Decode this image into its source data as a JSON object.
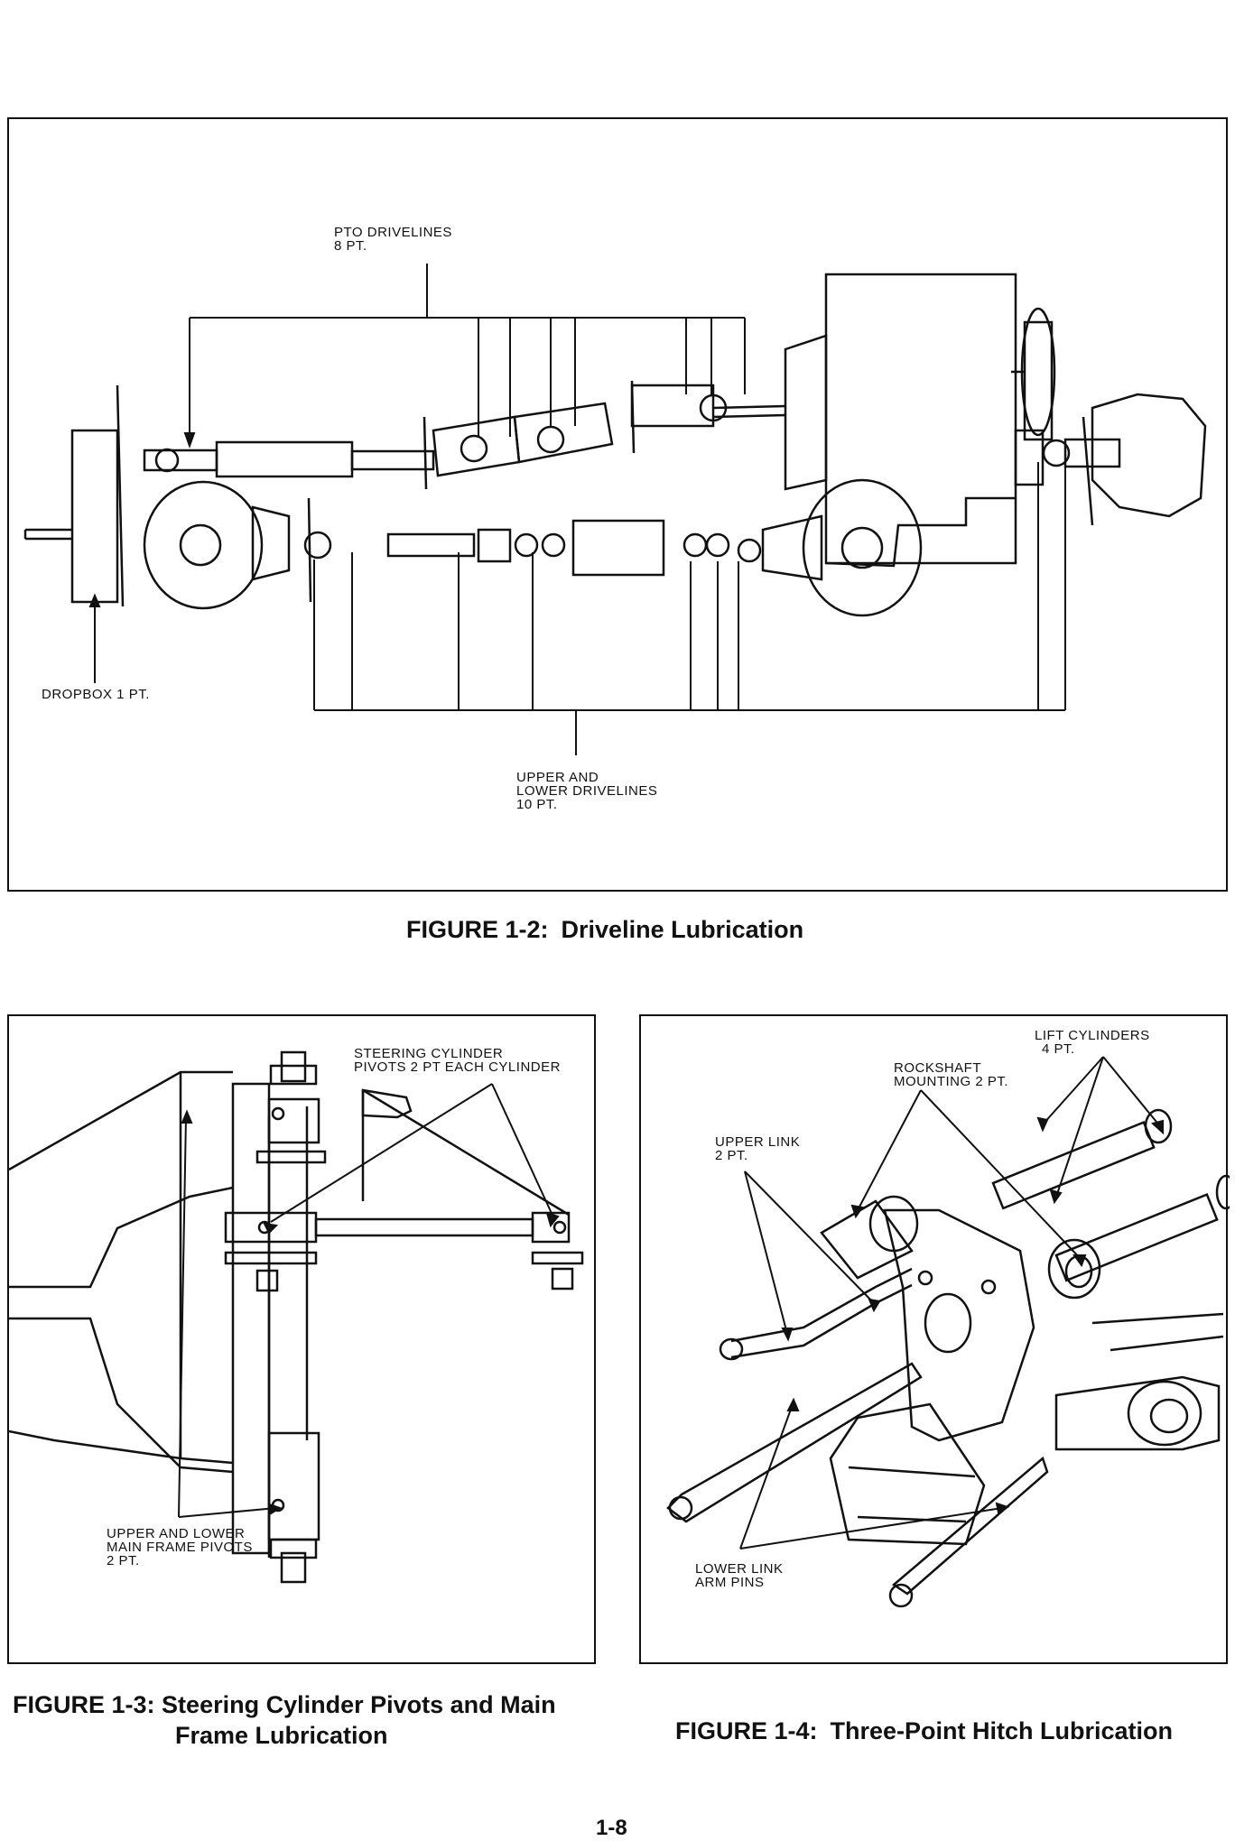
{
  "figure_1_2": {
    "label_number": "FIGURE 1-2:",
    "label_title": "Driveline Lubrication",
    "callouts": {
      "pto_line1": "PTO DRIVELINES",
      "pto_line2": "8 PT.",
      "dropbox": "DROPBOX 1 PT.",
      "upper_lower_line1": "UPPER AND",
      "upper_lower_line2": "LOWER DRIVELINES",
      "upper_lower_line3": "10 PT."
    }
  },
  "figure_1_3": {
    "label_number": "FIGURE 1-3:",
    "label_title_line1": "Steering Cylinder Pivots and Main",
    "label_title_line2": "Frame Lubrication",
    "callouts": {
      "steering_line1": "STEERING CYLINDER",
      "steering_line2": "PIVOTS 2 PT EACH CYLINDER",
      "frame_line1": "UPPER AND LOWER",
      "frame_line2": "MAIN FRAME PIVOTS",
      "frame_line3": "2 PT."
    }
  },
  "figure_1_4": {
    "label_number": "FIGURE 1-4:",
    "label_title": "Three-Point Hitch Lubrication",
    "callouts": {
      "lift_line1": "LIFT CYLINDERS",
      "lift_line2": "4 PT.",
      "rockshaft_line1": "ROCKSHAFT",
      "rockshaft_line2": "MOUNTING 2 PT.",
      "upper_link_line1": "UPPER LINK",
      "upper_link_line2": "2 PT.",
      "lower_link_line1": "LOWER LINK",
      "lower_link_line2": "ARM PINS"
    }
  },
  "page_number": "1-8"
}
